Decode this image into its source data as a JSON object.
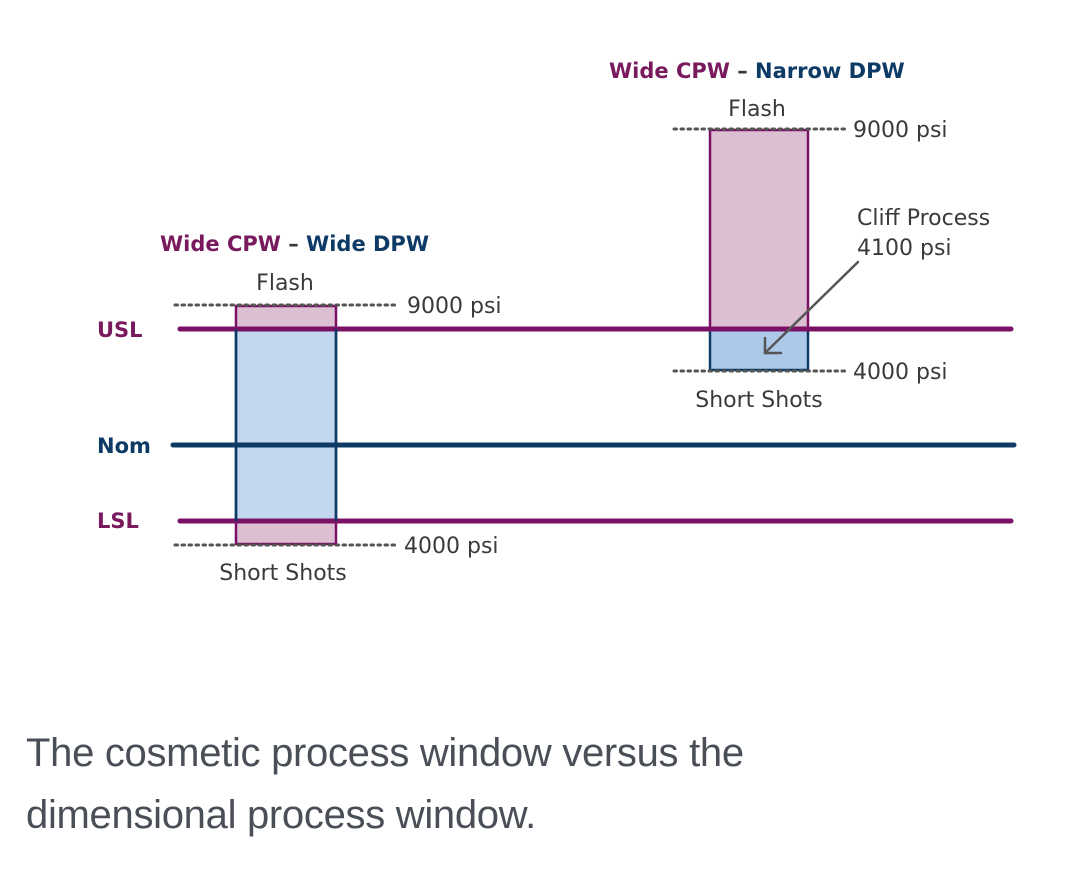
{
  "colors": {
    "cpw": "#7a1a5e",
    "dpw": "#0d3b66",
    "usl_line": "#7a1165",
    "lsl_line": "#7a1165",
    "nom_line": "#0d3b66",
    "flash_fill": "#dcbfd3",
    "dpw_fill": "#c3d8ef",
    "dpw_fill_narrow": "#adc9ea",
    "text": "#3a3a3a",
    "caption": "#4a4f57"
  },
  "limit_labels": {
    "usl": "USL",
    "nom": "Nom",
    "lsl": "LSL"
  },
  "left_panel": {
    "title_cpw": "Wide CPW",
    "title_sep": " – ",
    "title_dpw": "Wide DPW",
    "flash_label": "Flash",
    "upper_psi": "9000 psi",
    "lower_psi": "4000 psi",
    "short_shots_label": "Short Shots"
  },
  "right_panel": {
    "title_cpw": "Wide CPW",
    "title_sep": " – ",
    "title_dpw": "Narrow DPW",
    "flash_label": "Flash",
    "upper_psi": "9000 psi",
    "lower_psi": "4000 psi",
    "short_shots_label": "Short Shots",
    "cliff_label_line1": "Cliff Process",
    "cliff_label_line2": "4100 psi"
  },
  "caption": "The cosmetic process window versus the dimensional process window."
}
